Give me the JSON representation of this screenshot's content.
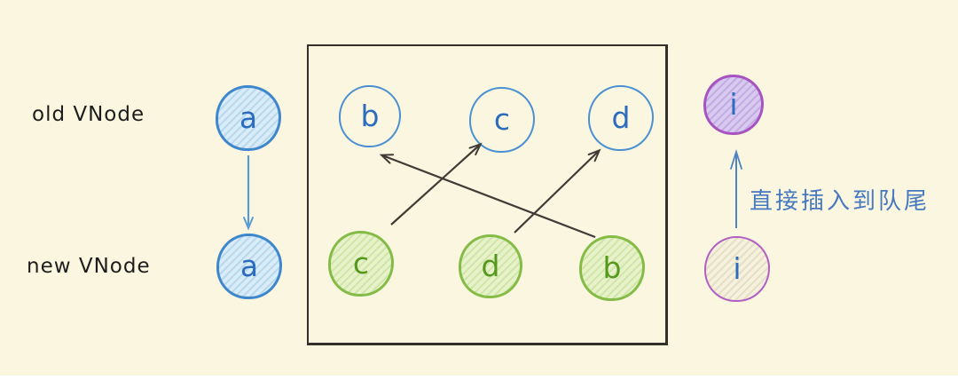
{
  "rows": {
    "old": {
      "label": "old VNode"
    },
    "new": {
      "label": "new VNode"
    }
  },
  "nodes": {
    "old_a": "a",
    "old_b": "b",
    "old_c": "c",
    "old_d": "d",
    "old_i": "i",
    "new_a": "a",
    "new_c": "c",
    "new_d": "d",
    "new_b": "b",
    "new_i": "i"
  },
  "annotation": {
    "text": "直接插入到队尾"
  },
  "arrows": [
    {
      "name": "old-a-to-new-a",
      "from": "old_a",
      "to": "new_a",
      "color": "#5B9BD5"
    },
    {
      "name": "new-c-to-old-c",
      "from": "new_c",
      "to": "old_c",
      "color": "#3F3B35"
    },
    {
      "name": "new-d-to-old-d",
      "from": "new_d",
      "to": "old_d",
      "color": "#3F3B35"
    },
    {
      "name": "new-b-to-old-b",
      "from": "new_b",
      "to": "old_b",
      "color": "#3F3B35"
    },
    {
      "name": "new-i-to-old-i",
      "from": "new_i",
      "to": "old_i",
      "color": "#4C83C3"
    }
  ],
  "colors": {
    "background": "#FBF6DF",
    "blue_stroke": "#3F87CD",
    "blue_letter": "#2B6CBF",
    "blue_fill": "#D9ECF8",
    "blue_fill_stripe": "#B9D9EF",
    "green_stroke": "#85BB47",
    "green_letter": "#55981C",
    "green_fill": "#E7F2CB",
    "green_fill_stripe": "#CFE6A8",
    "purple_stroke": "#A754C0",
    "purple_fill": "#D8C9EF",
    "purple_fill_stripe": "#C3ABE4",
    "dark_arrow": "#3F3B35",
    "blue_arrow": "#5B9BD5",
    "steel_arrow": "#4C83C3",
    "box_border": "#33302A",
    "label_text": "#1D1D1D",
    "annotation_text": "#4679BF"
  }
}
